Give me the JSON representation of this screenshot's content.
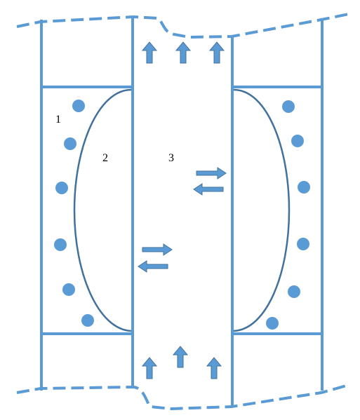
{
  "colors": {
    "accent": "#5b9bd5",
    "outline": "#41719c",
    "background": "#ffffff"
  },
  "labels": {
    "region_1": "1",
    "region_2": "2",
    "region_3": "3"
  },
  "icons": {
    "flow_arrow": "arrow-up-icon",
    "exchange_arrow": "double-arrow-icon"
  }
}
